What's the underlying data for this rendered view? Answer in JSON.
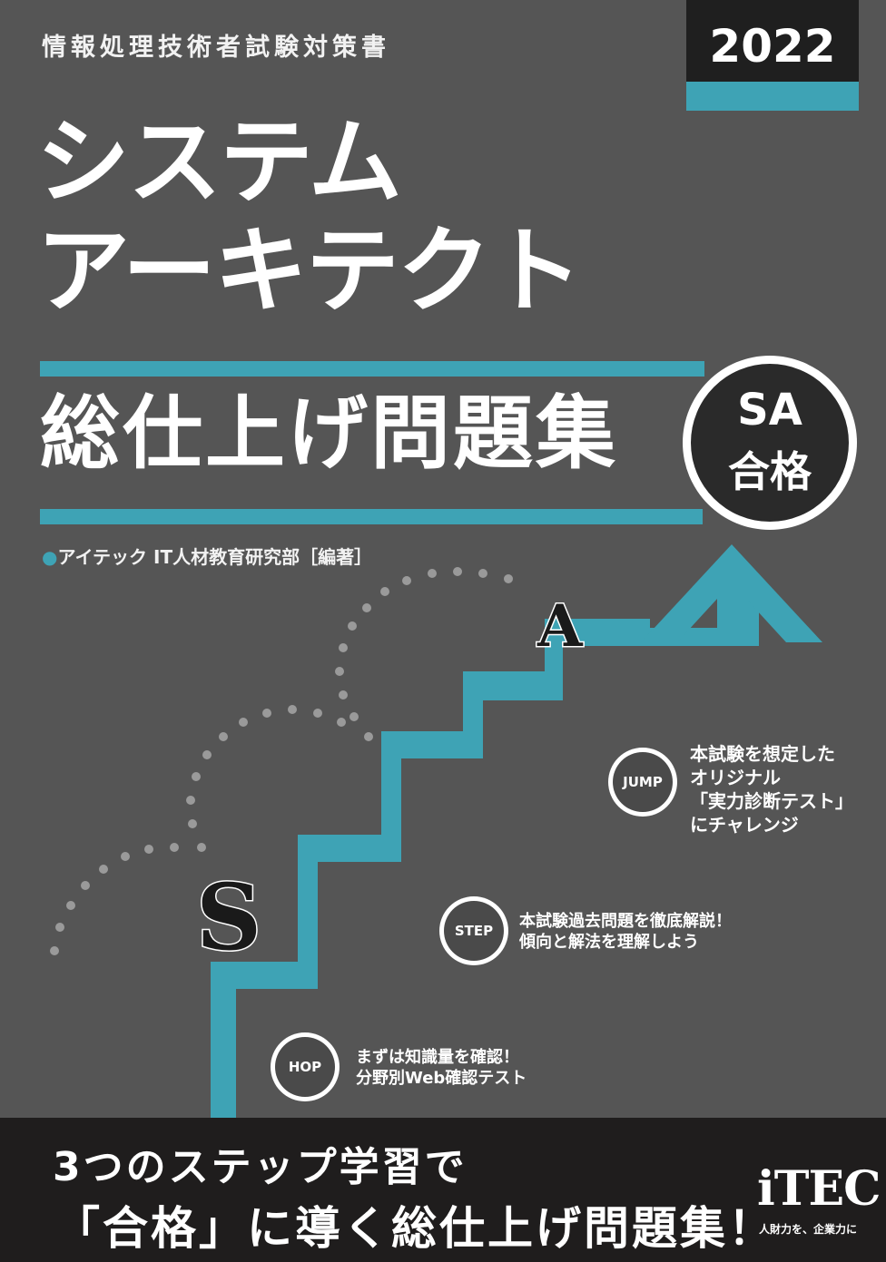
{
  "header": {
    "series": "情報処理技術者試験対策書",
    "year": "2022"
  },
  "title": {
    "line1": "システム",
    "line2": "アーキテクト",
    "subtitle": "総仕上げ問題集"
  },
  "badge": {
    "line1": "SA",
    "line2": "合格"
  },
  "author": {
    "bullet": "●",
    "text": "アイテック IT人材教育研究部［編著］"
  },
  "steps": [
    {
      "label": "JUMP",
      "lines": [
        "本試験を想定した",
        "オリジナル",
        "「実力診断テスト」",
        "にチャレンジ"
      ]
    },
    {
      "label": "STEP",
      "lines": [
        "本試験過去問題を徹底解説！",
        "傾向と解法を理解しよう"
      ]
    },
    {
      "label": "HOP",
      "lines": [
        "まずは知識量を確認！",
        "分野別Web確認テスト"
      ]
    }
  ],
  "illustration": {
    "letter_a": "A",
    "letter_s": "S"
  },
  "footer": {
    "tagline1": "3つのステップ学習で",
    "tagline2": "「合格」に導く総仕上げ問題集！",
    "publisher": "iTEC",
    "publisher_sub": "人財力を、企業力に"
  },
  "colors": {
    "background": "#555555",
    "accent": "#3ea3b5",
    "dark": "#1f1d1d"
  }
}
